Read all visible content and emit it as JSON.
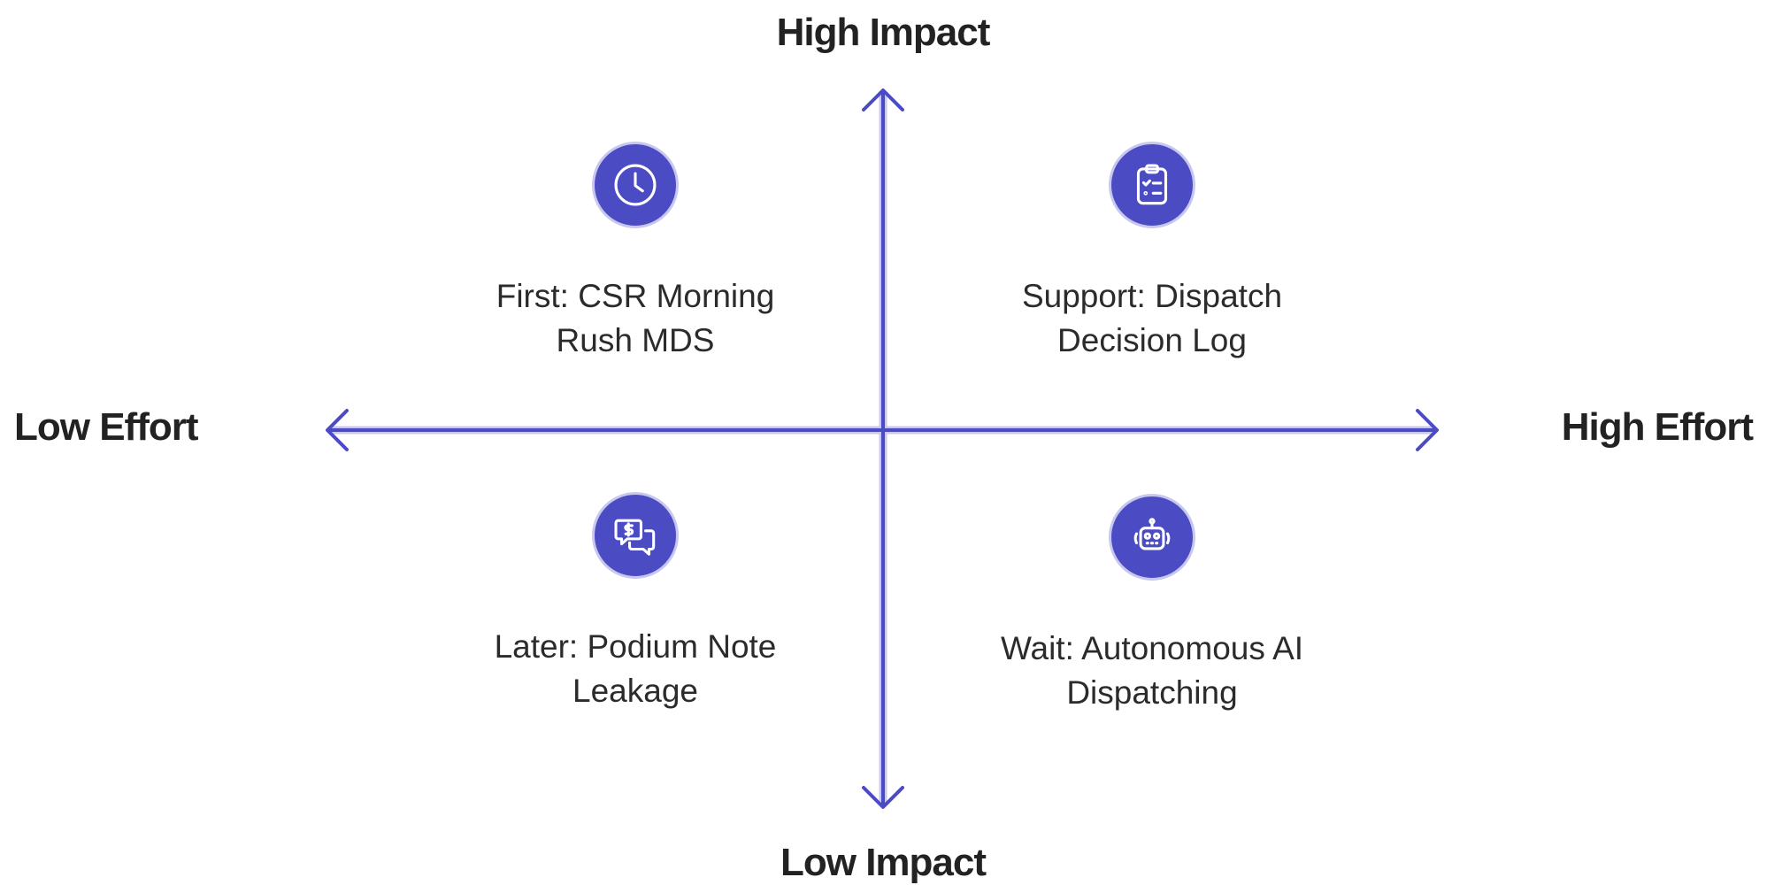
{
  "axes": {
    "top": "High Impact",
    "bottom": "Low Impact",
    "left": "Low Effort",
    "right": "High Effort"
  },
  "quadrants": {
    "top_left": {
      "line1": "First: CSR Morning",
      "line2": "Rush MDS",
      "icon": "clock-icon"
    },
    "top_right": {
      "line1": "Support: Dispatch",
      "line2": "Decision Log",
      "icon": "clipboard-checklist-icon"
    },
    "bottom_left": {
      "line1": "Later: Podium Note",
      "line2": "Leakage",
      "icon": "chat-dollar-icon"
    },
    "bottom_right": {
      "line1": "Wait: Autonomous AI",
      "line2": "Dispatching",
      "icon": "robot-icon"
    }
  },
  "colors": {
    "accent": "#4b4bc4",
    "axis": "#4b4bc4",
    "text": "#222222"
  }
}
